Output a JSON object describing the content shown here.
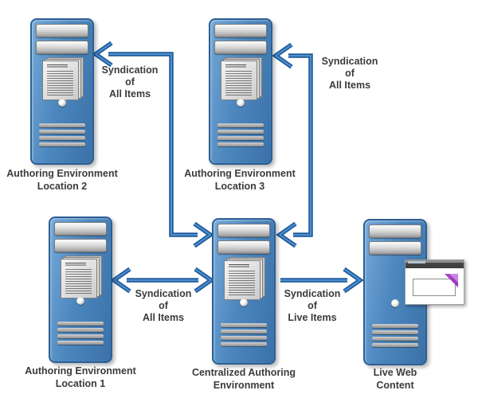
{
  "diagram": {
    "nodes": [
      {
        "id": "authoring-location-2",
        "type": "server",
        "label": [
          "Authoring Environment",
          "Location 2"
        ]
      },
      {
        "id": "authoring-location-3",
        "type": "server",
        "label": [
          "Authoring Environment",
          "Location 3"
        ]
      },
      {
        "id": "authoring-location-1",
        "type": "server",
        "label": [
          "Authoring Environment",
          "Location 1"
        ]
      },
      {
        "id": "centralized-authoring",
        "type": "server",
        "label": [
          "Centralized Authoring",
          "Environment"
        ]
      },
      {
        "id": "live-web-content",
        "type": "server-with-browser",
        "label": [
          "Live Web",
          "Content"
        ]
      }
    ],
    "edges": [
      {
        "between": [
          "centralized-authoring",
          "authoring-location-2"
        ],
        "direction": "both",
        "shape": "elbow",
        "label": [
          "Syndication",
          "of",
          "All Items"
        ]
      },
      {
        "between": [
          "centralized-authoring",
          "authoring-location-3"
        ],
        "direction": "both",
        "shape": "elbow",
        "label": [
          "Syndication",
          "of",
          "All Items"
        ]
      },
      {
        "between": [
          "authoring-location-1",
          "centralized-authoring"
        ],
        "direction": "both",
        "shape": "straight",
        "label": [
          "Syndication",
          "of",
          "All Items"
        ]
      },
      {
        "between": [
          "centralized-authoring",
          "live-web-content"
        ],
        "direction": "one-way",
        "shape": "straight",
        "label": [
          "Syndication",
          "of",
          "Live Items"
        ]
      }
    ],
    "colors": {
      "arrow_blue": "#1e5a99",
      "arrow_highlight": "#4f8fd0",
      "tower_blue": "#4c87be",
      "tower_border": "#2b5f95",
      "label_text": "#3b3b3b",
      "browser_accent_purple": "#a42ec6"
    }
  }
}
